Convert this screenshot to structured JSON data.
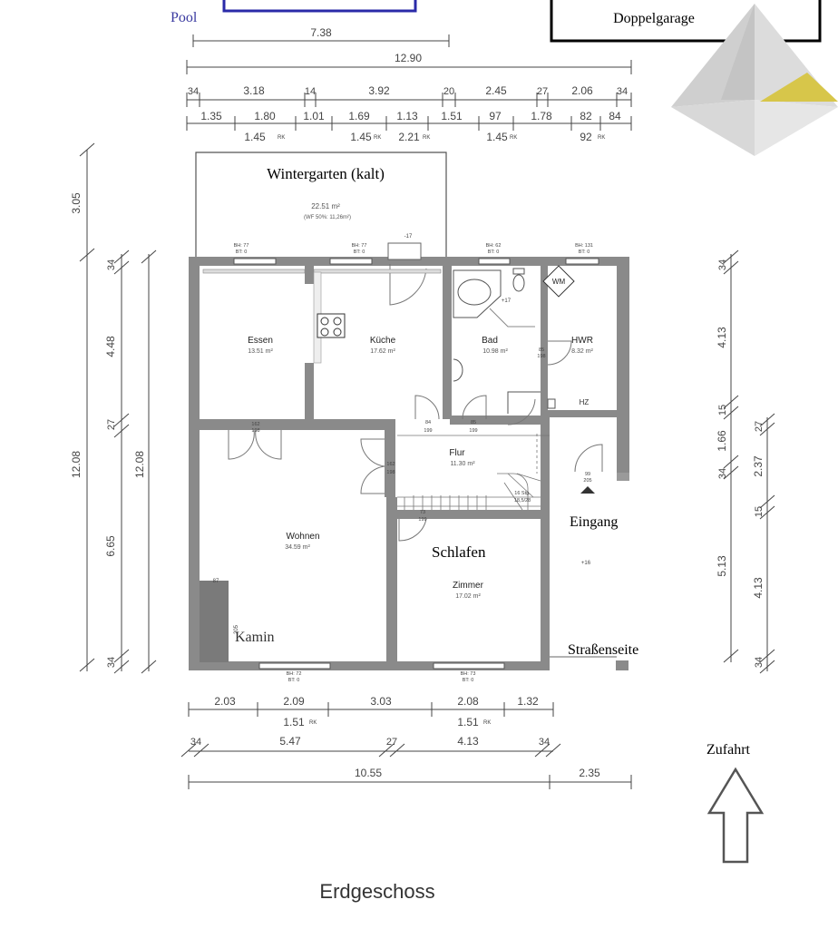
{
  "header": {
    "pool_label": "Pool",
    "garage_label": "Doppelgarage"
  },
  "dims_top": {
    "d1": "7.38",
    "d2": "12.90",
    "row3": [
      "34",
      "3.18",
      "14",
      "3.92",
      "20",
      "2.45",
      "27",
      "2.06",
      "34"
    ],
    "row4": [
      "1.35",
      "1.80",
      "1.01",
      "1.69",
      "1.13",
      "1.51",
      "97",
      "1.78",
      "82",
      "84"
    ],
    "row4_sub": [
      "1.45",
      "1.45",
      "2.21",
      "1.45",
      "92"
    ],
    "rk": "RK"
  },
  "dims_left": {
    "h_total": "12.08",
    "h_wintergarten": "3.05",
    "col2": [
      "34",
      "4.48",
      "27",
      "6.65",
      "34"
    ],
    "col3": "12.08"
  },
  "dims_right": {
    "col1": [
      "34",
      "4.13",
      "15",
      "1.66",
      "34",
      "5.13"
    ],
    "col2": [
      "27",
      "2.37",
      "15",
      "4.13",
      "34"
    ]
  },
  "dims_bottom": {
    "row1": [
      "2.03",
      "2.09",
      "3.03",
      "2.08",
      "1.32"
    ],
    "row1_sub": [
      "1.51",
      "1.51"
    ],
    "row2": [
      "34",
      "5.47",
      "27",
      "4.13",
      "34"
    ],
    "row3": [
      "10.55",
      "2.35"
    ],
    "rk": "RK"
  },
  "rooms": {
    "wintergarten": {
      "name": "Wintergarten (kalt)",
      "area": "22.51 m²",
      "note": "(WF 50%: 11,26m²)"
    },
    "essen": {
      "name": "Essen",
      "area": "13.51 m²"
    },
    "kueche": {
      "name": "Küche",
      "area": "17.62 m²"
    },
    "bad": {
      "name": "Bad",
      "area": "10.98 m²"
    },
    "hwr": {
      "name": "HWR",
      "area": "8.32 m²"
    },
    "flur": {
      "name": "Flur",
      "area": "11.30 m²"
    },
    "wohnen": {
      "name": "Wohnen",
      "area": "34.59 m²"
    },
    "zimmer": {
      "name": "Zimmer",
      "area": "17.02 m²"
    }
  },
  "annotations": {
    "schlafen": "Schlafen",
    "eingang": "Eingang",
    "strassenseite": "Straßenseite",
    "kamin": "Kamin",
    "zufahrt": "Zufahrt",
    "wm": "WM",
    "hz": "HZ",
    "level_17": "-17",
    "level_p17": "+17",
    "level_16": "+16",
    "num_87": "87",
    "num_205": "205",
    "stairs": "16 Stg.",
    "stairs2": "18,5/28"
  },
  "openings": {
    "bh77a": "BH: 77",
    "bt0a": "BT: 0",
    "bh77b": "BH: 77",
    "bt0b": "BT: 0",
    "bh62": "BH: 62",
    "bt0c": "BT: 0",
    "bh131": "BH: 131",
    "bt0d": "BT: 0",
    "bh72": "BH: 72",
    "bt0e": "BT: 0",
    "bh73": "BH: 73",
    "bt0f": "BT: 0",
    "d_essen_top": "162",
    "d_essen_bot": "198",
    "d_84": "84",
    "d_84b": "199",
    "d_85": "85",
    "d_85b": "199",
    "d_bad_top": "85",
    "d_bad_bot": "198",
    "d_flur_top": "162",
    "d_flur_bot": "198",
    "d_eing_top": "99",
    "d_eing_bot": "205",
    "d_73": "73",
    "d_73b": "199"
  },
  "footer": {
    "title": "Erdgeschoss"
  }
}
